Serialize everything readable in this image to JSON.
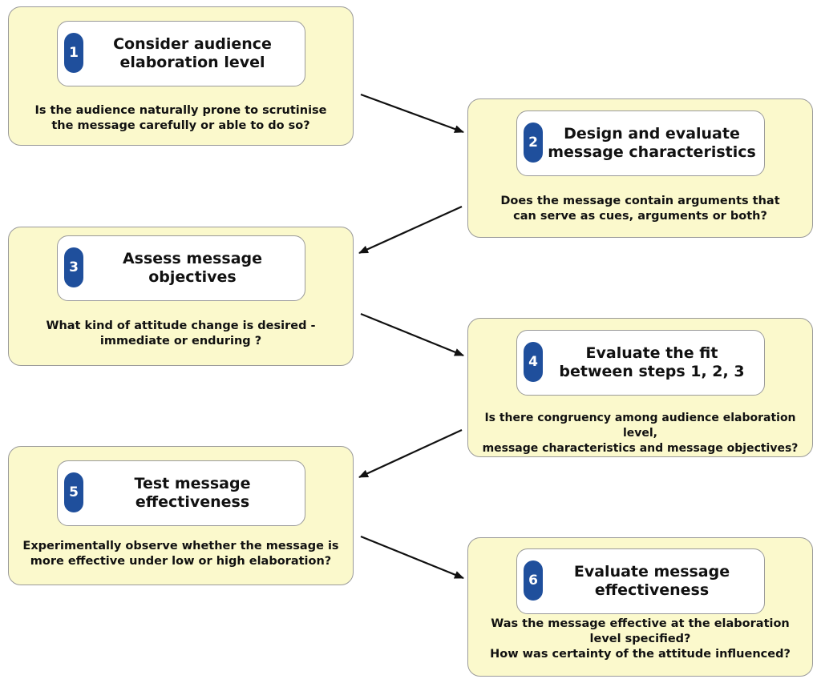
{
  "steps": [
    {
      "number": "1",
      "title": "Consider audience\nelaboration level",
      "question": "Is the audience naturally prone to scrutinise\nthe message carefully or able to do so?"
    },
    {
      "number": "2",
      "title": "Design and evaluate\nmessage characteristics",
      "question": "Does the message contain arguments that\ncan serve as cues, arguments or both?"
    },
    {
      "number": "3",
      "title": "Assess message\nobjectives",
      "question": "What kind of attitude change is desired -\nimmediate or enduring ?"
    },
    {
      "number": "4",
      "title": "Evaluate the fit\nbetween steps 1, 2, 3",
      "question": "Is there congruency among audience elaboration level,\nmessage characteristics and message objectives?"
    },
    {
      "number": "5",
      "title": "Test message\neffectiveness",
      "question": "Experimentally observe whether the message is\nmore effective under low or high elaboration?"
    },
    {
      "number": "6",
      "title": "Evaluate message\neffectiveness",
      "question": "Was the message effective at the elaboration\nlevel specified?\nHow was certainty of the attitude influenced?"
    }
  ],
  "colors": {
    "step_fill": "#fbf9cc",
    "badge": "#1f4f9c",
    "border": "#9a9a9a",
    "arrow": "#111111"
  }
}
